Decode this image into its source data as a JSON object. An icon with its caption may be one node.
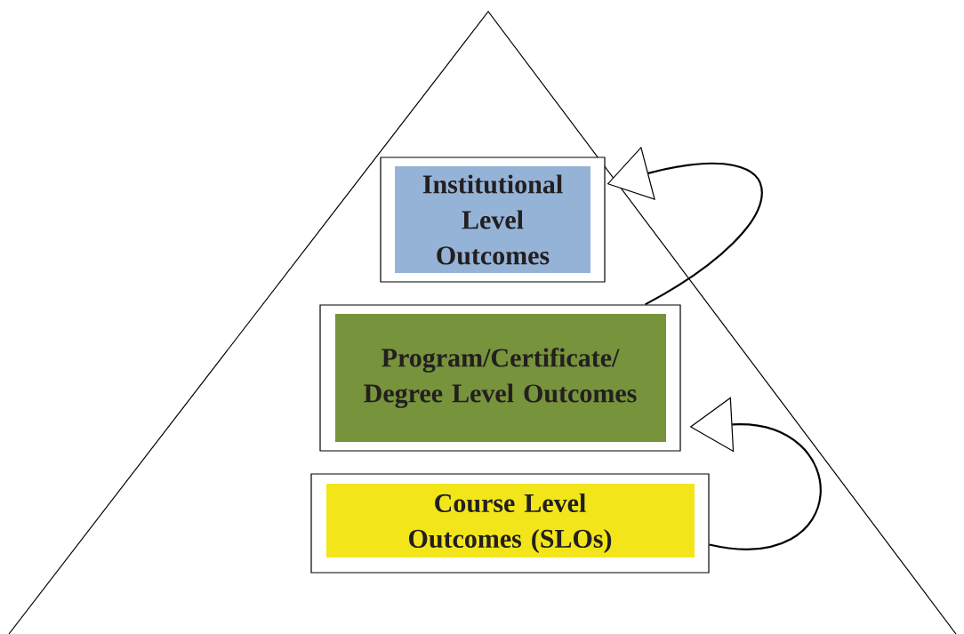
{
  "diagram": {
    "nodes": [
      {
        "text": [
          "Institutional Level Outcomes"
        ]
      },
      {
        "text": [
          "Program/Certificate/ Degree Level Outcomes"
        ]
      },
      {
        "text": [
          "Course Level Outcomes (SLOs)"
        ]
      }
    ],
    "edges": [
      {
        "from": 2,
        "to": 1,
        "arrow": "to"
      },
      {
        "from": 1,
        "to": 0,
        "arrow": "to"
      }
    ]
  }
}
